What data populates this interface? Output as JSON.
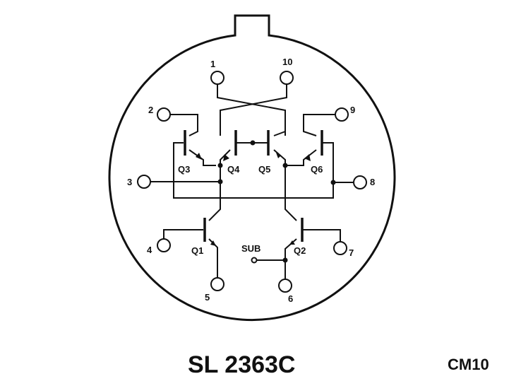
{
  "title": "SL 2363C",
  "package_code": "CM10",
  "pins": [
    "1",
    "2",
    "3",
    "4",
    "5",
    "6",
    "7",
    "8",
    "9",
    "10"
  ],
  "transistors": [
    "Q1",
    "Q2",
    "Q3",
    "Q4",
    "Q5",
    "Q6"
  ],
  "substrate_label": "SUB"
}
